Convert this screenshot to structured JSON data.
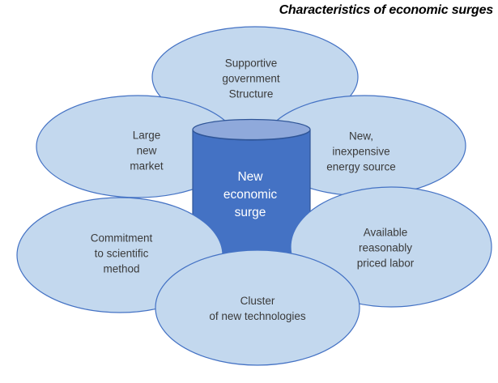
{
  "title": "Characteristics of economic surges",
  "center": {
    "name": "New economic surge",
    "lines": [
      "New",
      "economic",
      "surge"
    ]
  },
  "bubbles": [
    {
      "id": "supportive-government-structure",
      "lines": [
        "Supportive",
        "government",
        "Structure"
      ]
    },
    {
      "id": "large-new-market",
      "lines": [
        "Large",
        "new",
        "market"
      ]
    },
    {
      "id": "new-inexpensive-energy-source",
      "lines": [
        "New,",
        "inexpensive",
        "energy source"
      ]
    },
    {
      "id": "commitment-to-scientific-method",
      "lines": [
        "Commitment",
        "to scientific",
        "method"
      ]
    },
    {
      "id": "available-reasonably-priced-labor",
      "lines": [
        "Available",
        "reasonably",
        "priced labor"
      ]
    },
    {
      "id": "cluster-of-new-technologies",
      "lines": [
        "Cluster",
        "of new technologies"
      ]
    }
  ],
  "colors": {
    "bubble_fill": "#C3D8EE",
    "bubble_border": "#4472C4",
    "cylinder_body": "#4472C4",
    "cylinder_top": "#8FA9DB",
    "cylinder_border": "#2F5597",
    "label_text": "#3A3A3A",
    "center_text": "#FFFFFF",
    "title_text": "#000000"
  }
}
